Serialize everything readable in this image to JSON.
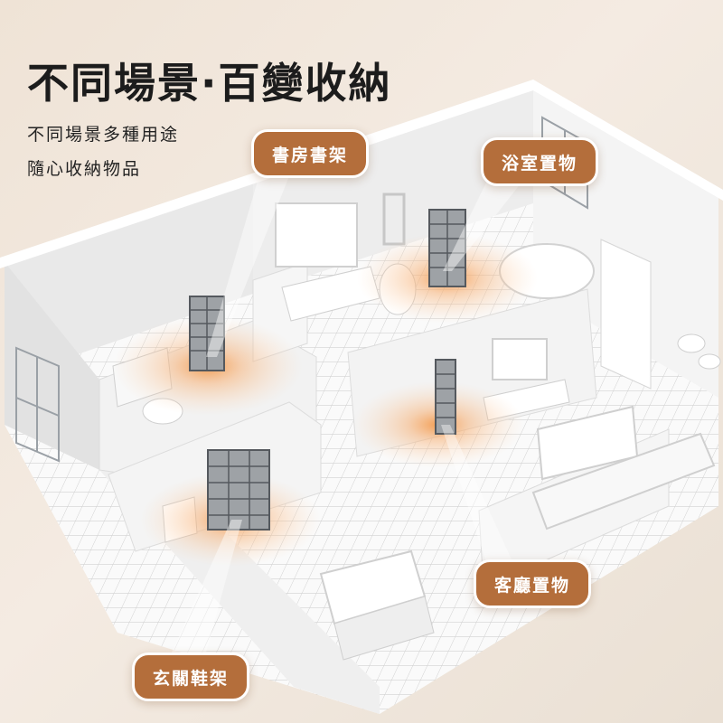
{
  "headline": "不同場景·百變收納",
  "subtitle_lines": [
    "不同場景多種用途",
    "隨心收納物品"
  ],
  "callouts": {
    "study": "書房書架",
    "bathroom": "浴室置物",
    "living": "客廳置物",
    "entrance": "玄關鞋架"
  },
  "colors": {
    "accent": "#b46e3b",
    "background": "#f1e7dc",
    "glow": "#f5a35a",
    "walls": "#f7f7f7",
    "shelf": "#6f7378"
  },
  "icons": [
    "storage-rack-icon"
  ]
}
